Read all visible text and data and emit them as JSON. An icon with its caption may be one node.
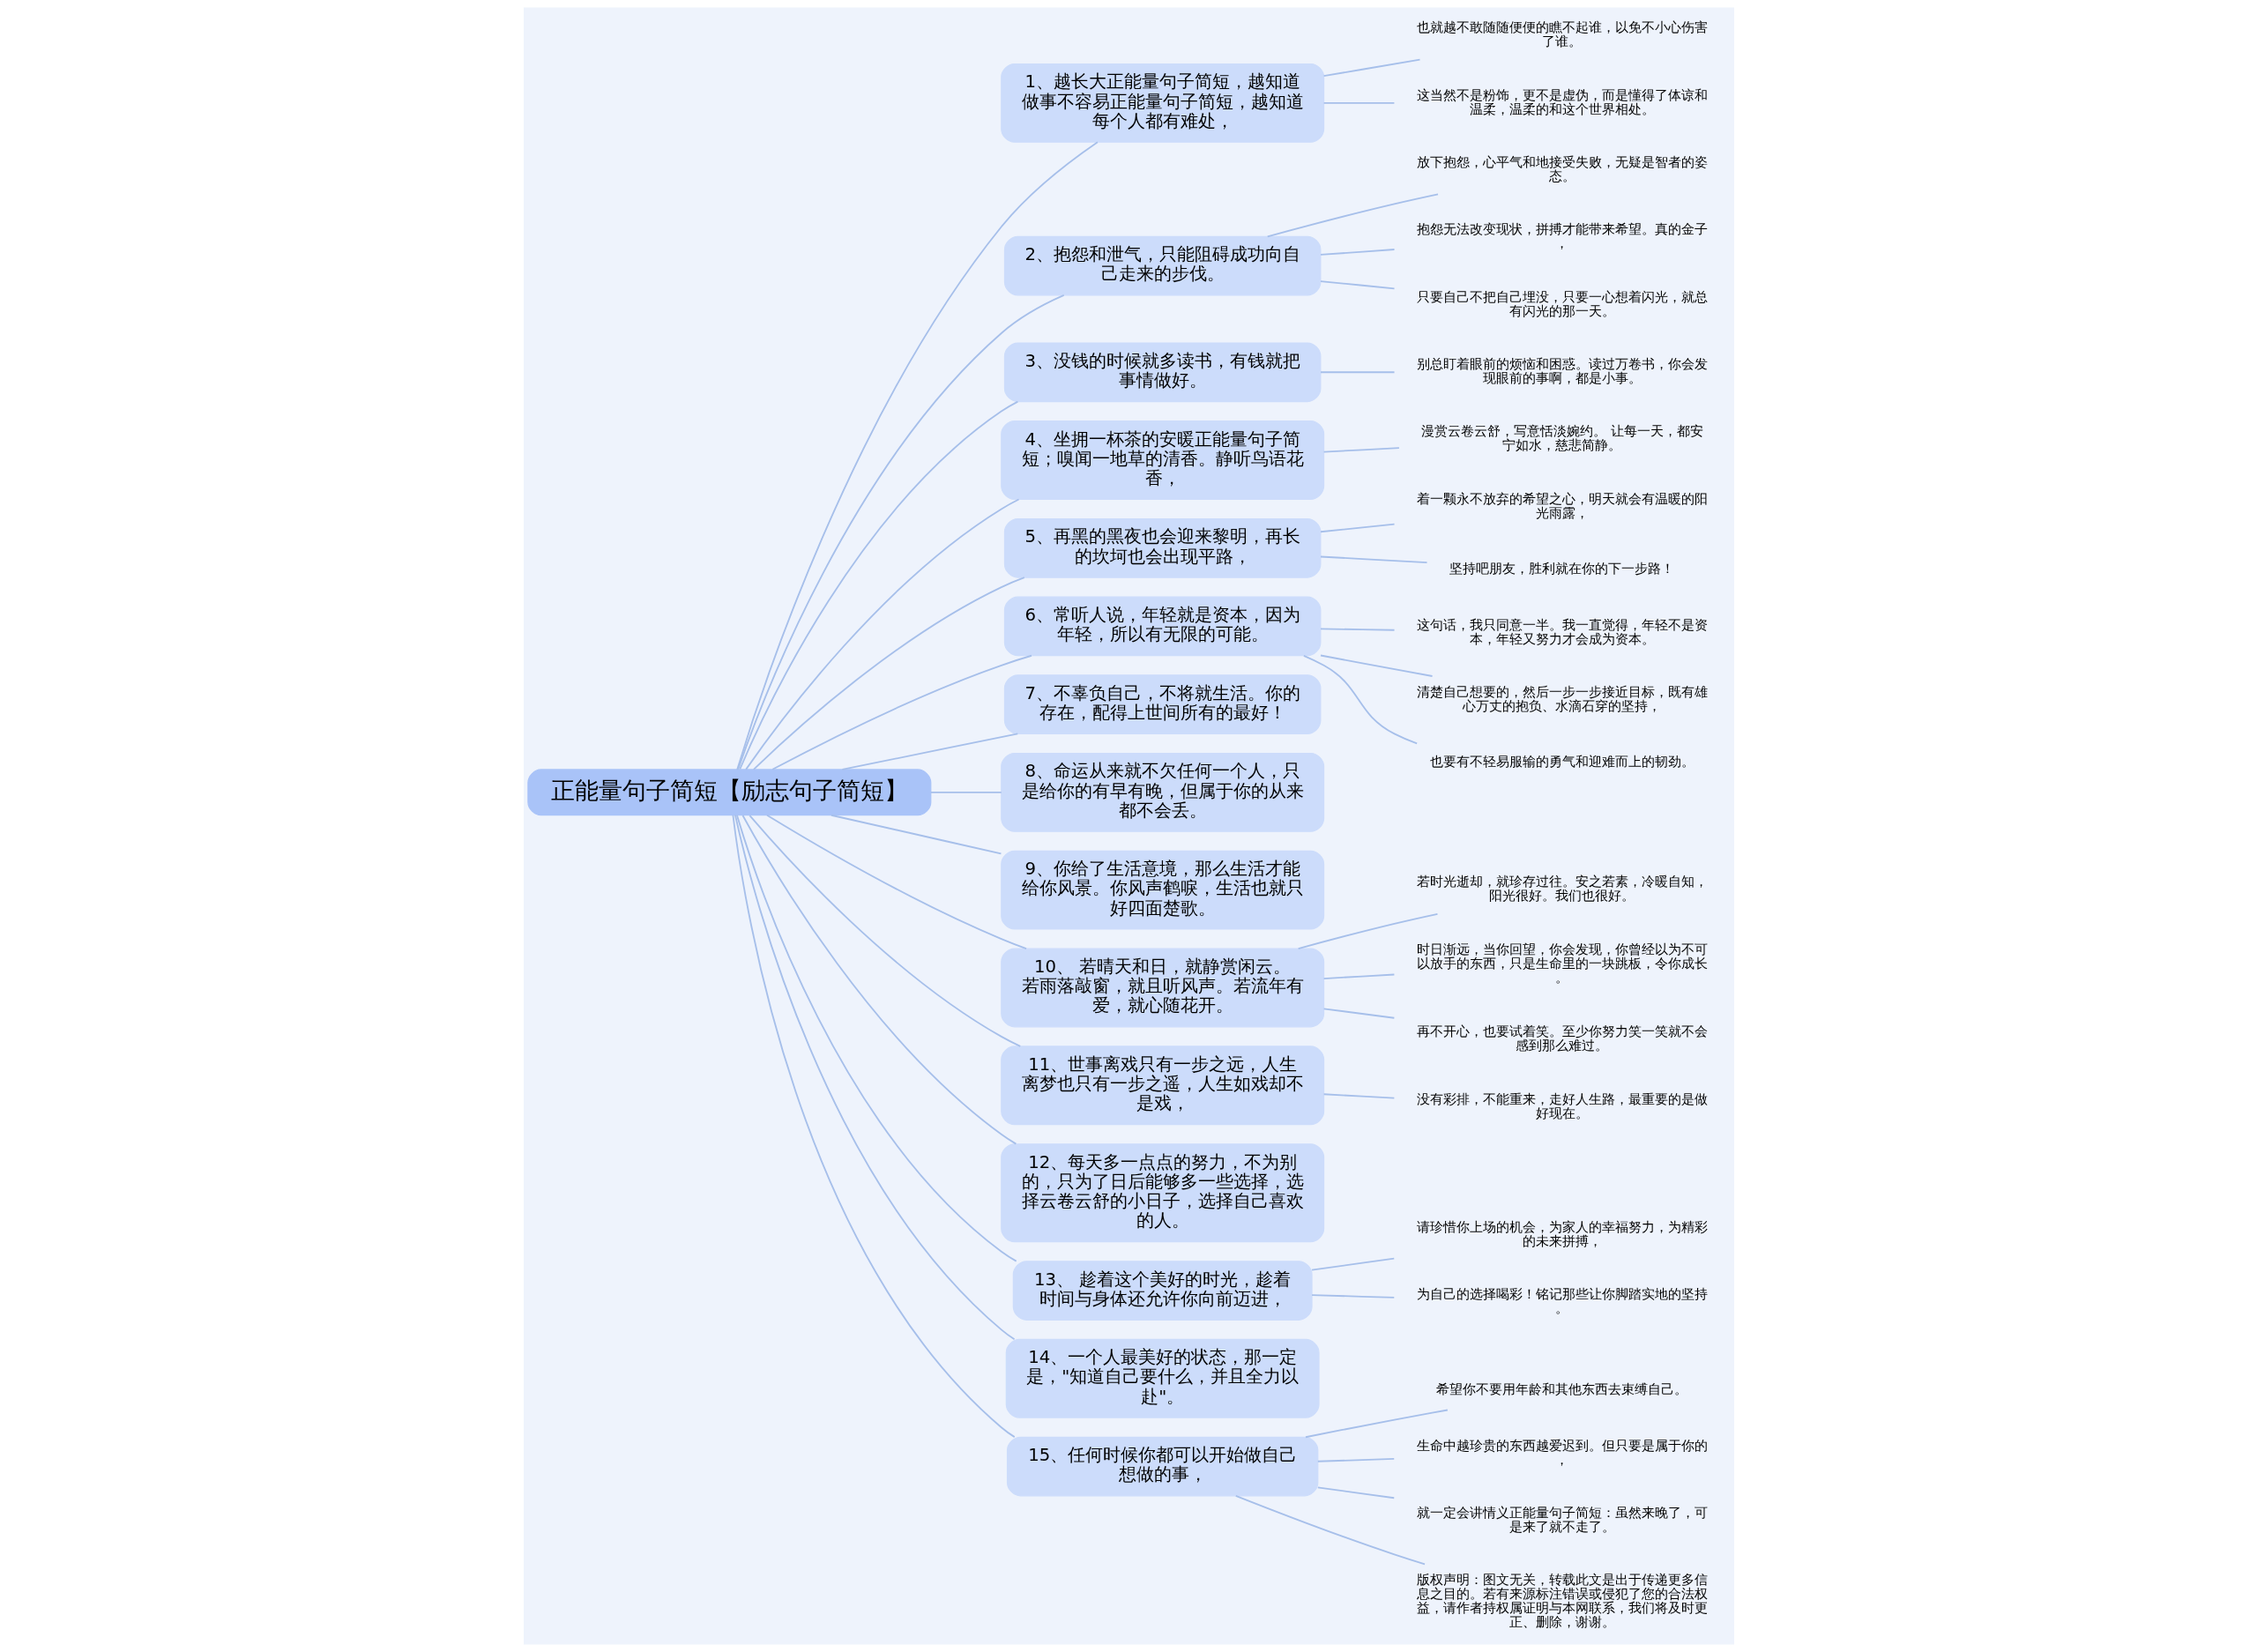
{
  "diagram": {
    "nodes": [
      {
        "text": [
          "正能量句子简短【励志句子简短】"
        ]
      },
      {
        "text": [
          "1、越长大正能量句子简短，越知道做事不容易正能量句子简短，越知道每个人都有难处，"
        ]
      },
      {
        "text": [
          "也就越不敢随随便便的瞧不起谁，以免不小心伤害了谁。"
        ]
      },
      {
        "text": [
          "这当然不是粉饰，更不是虚伪，而是懂得了体谅和温柔，温柔的和这个世界相处。"
        ]
      },
      {
        "text": [
          "2、抱怨和泄气，只能阻碍成功向自己走来的步伐。"
        ]
      },
      {
        "text": [
          "放下抱怨，心平气和地接受失败，无疑是智者的姿态。"
        ]
      },
      {
        "text": [
          "抱怨无法改变现状，拼搏才能带来希望。真的金子，"
        ]
      },
      {
        "text": [
          "只要自己不把自己埋没，只要一心想着闪光，就总有闪光的那一天。"
        ]
      },
      {
        "text": [
          "3、没钱的时候就多读书，有钱就把事情做好。"
        ]
      },
      {
        "text": [
          "别总盯着眼前的烦恼和困惑。读过万卷书，你会发现眼前的事啊，都是小事。"
        ]
      },
      {
        "text": [
          "4、坐拥一杯茶的安暖正能量句子简短；嗅闻一地草的清香。静听鸟语花香，"
        ]
      },
      {
        "text": [
          "漫赏云卷云舒，写意恬淡婉约。 让每一天，都安宁如水，慈悲简静。"
        ]
      },
      {
        "text": [
          "5、再黑的黑夜也会迎来黎明，再长的坎坷也会出现平路，"
        ]
      },
      {
        "text": [
          "着一颗永不放弃的希望之心，明天就会有温暖的阳光雨露，"
        ]
      },
      {
        "text": [
          "坚持吧朋友，胜利就在你的下一步路！"
        ]
      },
      {
        "text": [
          "6、常听人说，年轻就是资本，因为年轻，所以有无限的可能。"
        ]
      },
      {
        "text": [
          "这句话，我只同意一半。我一直觉得，年轻不是资本，年轻又努力才会成为资本。"
        ]
      },
      {
        "text": [
          "清楚自己想要的，然后一步一步接近目标，既有雄心万丈的抱负、水滴石穿的坚持，"
        ]
      },
      {
        "text": [
          "也要有不轻易服输的勇气和迎难而上的韧劲。"
        ]
      },
      {
        "text": [
          "7、不辜负自己，不将就生活。你的存在，配得上世间所有的最好！"
        ]
      },
      {
        "text": [
          "8、命运从来就不欠任何一个人，只是给你的有早有晚，但属于你的从来都不会丢。"
        ]
      },
      {
        "text": [
          "9、你给了生活意境，那么生活才能给你风景。你风声鹤唳，生活也就只好四面楚歌。"
        ]
      },
      {
        "text": [
          "10、 若晴天和日，就静赏闲云。若雨落敲窗，就且听风声。若流年有爱，就心随花开。"
        ]
      },
      {
        "text": [
          "若时光逝却，就珍存过往。安之若素，冷暖自知，阳光很好。我们也很好。"
        ]
      },
      {
        "text": [
          "时日渐远，当你回望，你会发现，你曾经以为不可以放手的东西，只是生命里的一块跳板，令你成长。"
        ]
      },
      {
        "text": [
          "再不开心，也要试着笑。至少你努力笑一笑就不会感到那么难过。"
        ]
      },
      {
        "text": [
          "11、世事离戏只有一步之远，人生离梦也只有一步之遥，人生如戏却不是戏，"
        ]
      },
      {
        "text": [
          "没有彩排，不能重来，走好人生路，最重要的是做好现在。"
        ]
      },
      {
        "text": [
          "12、每天多一点点的努力，不为别的，只为了日后能够多一些选择，选择云卷云舒的小日子，选择自己喜欢的人。"
        ]
      },
      {
        "text": [
          "13、 趁着这个美好的时光，趁着时间与身体还允许你向前迈进，"
        ]
      },
      {
        "text": [
          "请珍惜你上场的机会，为家人的幸福努力，为精彩的未来拼搏，"
        ]
      },
      {
        "text": [
          "为自己的选择喝彩！铭记那些让你脚踏实地的坚持。"
        ]
      },
      {
        "text": [
          "14、一个人最美好的状态，那一定是，\"知道自己要什么，并且全力以赴\"。"
        ]
      },
      {
        "text": [
          "15、任何时候你都可以开始做自己想做的事，"
        ]
      },
      {
        "text": [
          "希望你不要用年龄和其他东西去束缚自己。"
        ]
      },
      {
        "text": [
          "生命中越珍贵的东西越爱迟到。但只要是属于你的，"
        ]
      },
      {
        "text": [
          "就一定会讲情义正能量句子简短：虽然来晚了，可是来了就不走了。"
        ]
      },
      {
        "text": [
          "版权声明：图文无关，转载此文是出于传递更多信息之目的。若有来源标注错误或侵犯了您的合法权益，请作者持权属证明与本网联系，我们将及时更正、删除，谢谢。"
        ]
      }
    ],
    "edges": [
      {
        "from": 0,
        "to": 1,
        "arrow": "none"
      },
      {
        "from": 1,
        "to": 2,
        "arrow": "none"
      },
      {
        "from": 1,
        "to": 3,
        "arrow": "none"
      },
      {
        "from": 0,
        "to": 4,
        "arrow": "none"
      },
      {
        "from": 4,
        "to": 5,
        "arrow": "none"
      },
      {
        "from": 4,
        "to": 6,
        "arrow": "none"
      },
      {
        "from": 4,
        "to": 7,
        "arrow": "none"
      },
      {
        "from": 0,
        "to": 8,
        "arrow": "none"
      },
      {
        "from": 8,
        "to": 9,
        "arrow": "none"
      },
      {
        "from": 0,
        "to": 10,
        "arrow": "none"
      },
      {
        "from": 10,
        "to": 11,
        "arrow": "none"
      },
      {
        "from": 0,
        "to": 12,
        "arrow": "none"
      },
      {
        "from": 12,
        "to": 13,
        "arrow": "none"
      },
      {
        "from": 12,
        "to": 14,
        "arrow": "none"
      },
      {
        "from": 0,
        "to": 15,
        "arrow": "none"
      },
      {
        "from": 15,
        "to": 16,
        "arrow": "none"
      },
      {
        "from": 15,
        "to": 17,
        "arrow": "none"
      },
      {
        "from": 15,
        "to": 18,
        "arrow": "none"
      },
      {
        "from": 0,
        "to": 19,
        "arrow": "none"
      },
      {
        "from": 0,
        "to": 20,
        "arrow": "none"
      },
      {
        "from": 0,
        "to": 21,
        "arrow": "none"
      },
      {
        "from": 0,
        "to": 22,
        "arrow": "none"
      },
      {
        "from": 22,
        "to": 23,
        "arrow": "none"
      },
      {
        "from": 22,
        "to": 24,
        "arrow": "none"
      },
      {
        "from": 22,
        "to": 25,
        "arrow": "none"
      },
      {
        "from": 0,
        "to": 26,
        "arrow": "none"
      },
      {
        "from": 26,
        "to": 27,
        "arrow": "none"
      },
      {
        "from": 0,
        "to": 28,
        "arrow": "none"
      },
      {
        "from": 0,
        "to": 29,
        "arrow": "none"
      },
      {
        "from": 29,
        "to": 30,
        "arrow": "none"
      },
      {
        "from": 29,
        "to": 31,
        "arrow": "none"
      },
      {
        "from": 0,
        "to": 32,
        "arrow": "none"
      },
      {
        "from": 0,
        "to": 33,
        "arrow": "none"
      },
      {
        "from": 33,
        "to": 34,
        "arrow": "none"
      },
      {
        "from": 33,
        "to": 35,
        "arrow": "none"
      },
      {
        "from": 33,
        "to": 36,
        "arrow": "none"
      },
      {
        "from": 33,
        "to": 37,
        "arrow": "none"
      }
    ]
  }
}
